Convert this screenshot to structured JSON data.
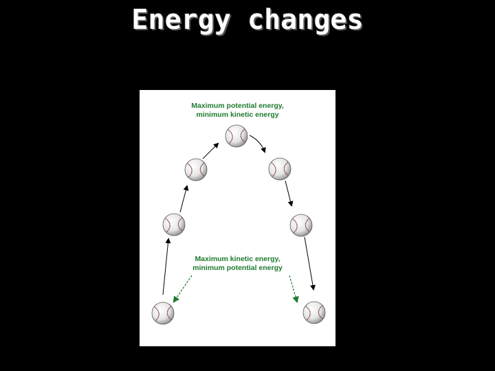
{
  "title": "Energy changes",
  "diagram": {
    "top_caption": {
      "line1": "Maximum potential energy,",
      "line2": "minimum kinetic energy"
    },
    "bottom_caption": {
      "line1": "Maximum kinetic energy,",
      "line2": "minimum potential energy"
    },
    "object": "baseball",
    "colors": {
      "caption": "#1f7a2e",
      "path_arrow": "#000000",
      "callout_arrow": "#1f7a2e",
      "ball": "#f2f2f2",
      "stitch": "#b0433a"
    }
  }
}
